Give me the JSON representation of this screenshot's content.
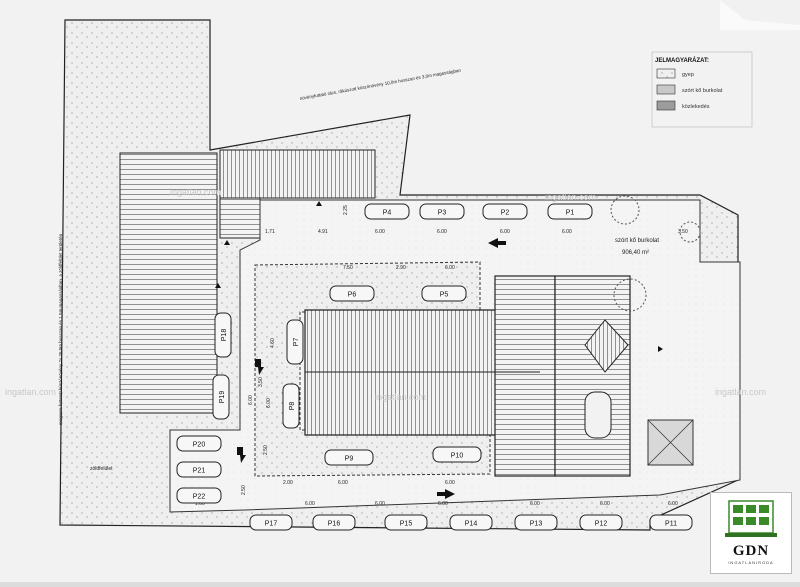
{
  "legend": {
    "title": "JELMAGYARÁZAT:",
    "items": [
      {
        "label": "gyep"
      },
      {
        "label": "szórt kő burkolat"
      },
      {
        "label": "közlekedés"
      }
    ]
  },
  "notes": {
    "top": "növényfuttató rács, rákúszott kúszónövény 10,0m hosszan és 3,0m magasságban",
    "left": "magasra futtatott kúszónövény 2x 26,0m hosszan és 1,5m magasságban, a zöldfelület területén",
    "green_area": "zöldfelület",
    "surface": "szórt kő burkolat",
    "surface_area": "906,40 m²"
  },
  "parking": {
    "top_row": [
      "P4",
      "P3",
      "P2",
      "P1"
    ],
    "middle_row": [
      "P6",
      "P5"
    ],
    "left_col": [
      "P7",
      "P8"
    ],
    "far_left_col": [
      "P18",
      "P19"
    ],
    "lower_row": [
      "P9",
      "P10"
    ],
    "left_stack": [
      "P20",
      "P21",
      "P22"
    ],
    "bottom_row": [
      "P17",
      "P16",
      "P15",
      "P14",
      "P13",
      "P12",
      "P11"
    ]
  },
  "dimensions": {
    "top": [
      "1.71",
      "4.91",
      "6.00",
      "6.00",
      "6.00",
      "6.00",
      "3.50"
    ],
    "mid": [
      "7.50",
      "2.90",
      "6.00"
    ],
    "lower": [
      "2.00",
      "6.00",
      "6.00"
    ],
    "bottom": [
      "1.00",
      "6.00",
      "6.00",
      "6.00",
      "6.00",
      "6.00",
      "6.00"
    ],
    "vertical": [
      "2.25",
      "4.60",
      "6.00",
      "3.50",
      "6.00",
      "2.50",
      "2.50"
    ]
  },
  "watermark": "ingatlan.com",
  "logo": {
    "brand": "GDN",
    "sub": "INGATLANIRODA"
  }
}
